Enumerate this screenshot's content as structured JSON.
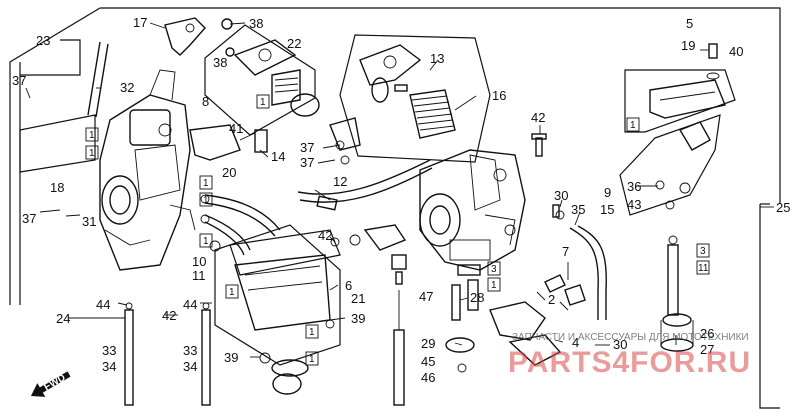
{
  "diagram": {
    "labels": [
      {
        "id": "23",
        "text": "23"
      },
      {
        "id": "17",
        "text": "17"
      },
      {
        "id": "38a",
        "text": "38"
      },
      {
        "id": "22",
        "text": "22"
      },
      {
        "id": "38b",
        "text": "38"
      },
      {
        "id": "37a",
        "text": "37"
      },
      {
        "id": "32",
        "text": "32"
      },
      {
        "id": "8",
        "text": "8"
      },
      {
        "id": "13",
        "text": "13"
      },
      {
        "id": "16",
        "text": "16"
      },
      {
        "id": "5",
        "text": "5"
      },
      {
        "id": "19",
        "text": "19"
      },
      {
        "id": "40",
        "text": "40"
      },
      {
        "id": "42a",
        "text": "42"
      },
      {
        "id": "41",
        "text": "41"
      },
      {
        "id": "14",
        "text": "14"
      },
      {
        "id": "37b",
        "text": "37"
      },
      {
        "id": "37c",
        "text": "37"
      },
      {
        "id": "18",
        "text": "18"
      },
      {
        "id": "20",
        "text": "20"
      },
      {
        "id": "12",
        "text": "12"
      },
      {
        "id": "36",
        "text": "36"
      },
      {
        "id": "9",
        "text": "9"
      },
      {
        "id": "15",
        "text": "15"
      },
      {
        "id": "43",
        "text": "43"
      },
      {
        "id": "30a",
        "text": "30"
      },
      {
        "id": "35",
        "text": "35"
      },
      {
        "id": "25",
        "text": "25"
      },
      {
        "id": "37d",
        "text": "37"
      },
      {
        "id": "31",
        "text": "31"
      },
      {
        "id": "42b",
        "text": "42"
      },
      {
        "id": "10",
        "text": "10"
      },
      {
        "id": "11",
        "text": "11"
      },
      {
        "id": "7",
        "text": "7"
      },
      {
        "id": "3a",
        "text": "3"
      },
      {
        "id": "3b",
        "text": "3"
      },
      {
        "id": "6",
        "text": "6"
      },
      {
        "id": "21",
        "text": "21"
      },
      {
        "id": "47",
        "text": "47"
      },
      {
        "id": "28",
        "text": "28"
      },
      {
        "id": "2",
        "text": "2"
      },
      {
        "id": "24",
        "text": "24"
      },
      {
        "id": "44a",
        "text": "44"
      },
      {
        "id": "44b",
        "text": "44"
      },
      {
        "id": "42c",
        "text": "42"
      },
      {
        "id": "39a",
        "text": "39"
      },
      {
        "id": "29",
        "text": "29"
      },
      {
        "id": "4",
        "text": "4"
      },
      {
        "id": "30b",
        "text": "30"
      },
      {
        "id": "26",
        "text": "26"
      },
      {
        "id": "27",
        "text": "27"
      },
      {
        "id": "33a",
        "text": "33"
      },
      {
        "id": "34a",
        "text": "34"
      },
      {
        "id": "33b",
        "text": "33"
      },
      {
        "id": "34b",
        "text": "34"
      },
      {
        "id": "39b",
        "text": "39"
      },
      {
        "id": "45",
        "text": "45"
      },
      {
        "id": "46",
        "text": "46"
      }
    ],
    "boxed_labels": [
      "1",
      "11"
    ],
    "fwd_label": "FWD"
  },
  "watermark": {
    "small": "ЗАПЧАСТИ И АКСЕССУАРЫ ДЛЯ МОТОТЕХНИКИ",
    "big": "PARTS4FOR.RU"
  }
}
